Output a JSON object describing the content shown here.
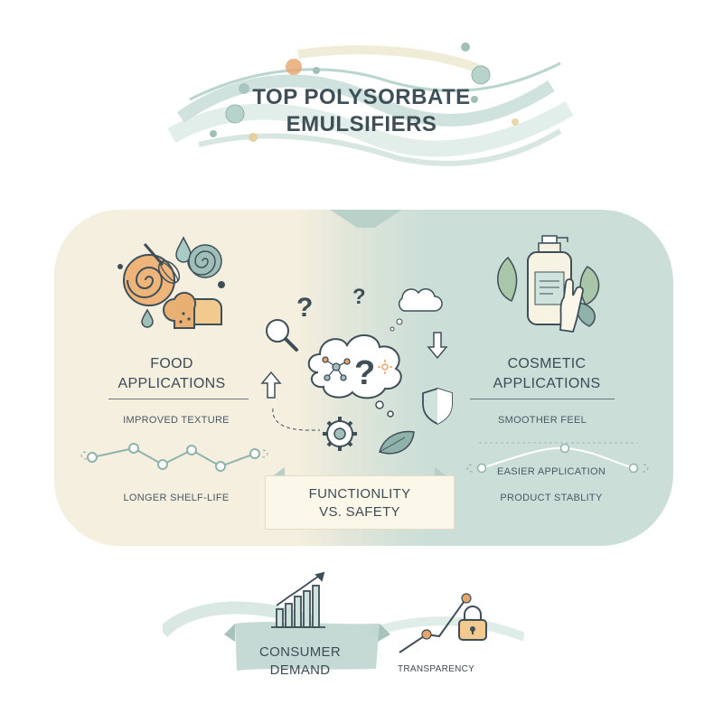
{
  "header": {
    "title_line1": "TOP POLYSORBATE",
    "title_line2": "EMULSIFIERS"
  },
  "food": {
    "title_line1": "FOOD",
    "title_line2": "APPLICATIONS",
    "benefit_1": "IMPROVED TEXTURE",
    "benefit_2": "LONGER SHELF-LIFE"
  },
  "cosmetic": {
    "title_line1": "COSMETIC",
    "title_line2": "APPLICATIONS",
    "benefit_1": "SMOOTHER FEEL",
    "benefit_2": "EASIER APPLICATION",
    "benefit_3": "PRODUCT STABLITY"
  },
  "center": {
    "line1": "FUNCTIONLITY",
    "line2": "VS. SAFETY"
  },
  "bottom": {
    "consumer_line1": "CONSUMER",
    "consumer_line2": "DEMAND",
    "transparency": "TRANSPARENCY"
  },
  "colors": {
    "food_panel": "#f4efdf",
    "cosmetic_panel": "#cbdfd8",
    "accent_orange": "#e9a46a",
    "accent_teal": "#6f9e9a",
    "ink": "#3f4f58"
  },
  "icons": {
    "food": [
      "swirl-pastry-icon",
      "whisk-icon",
      "water-drop-icon",
      "bread-icon",
      "spiral-icon"
    ],
    "cosmetic": [
      "lotion-bottle-icon",
      "hand-icon",
      "leaf-icon"
    ],
    "center": [
      "question-mark-icon",
      "magnifier-icon",
      "thought-cloud-icon",
      "molecule-icon",
      "gear-icon",
      "shield-icon",
      "down-arrow-icon",
      "up-arrow-icon",
      "leaf-icon"
    ],
    "bottom": [
      "bar-chart-icon",
      "trend-line-icon",
      "lock-icon"
    ]
  }
}
